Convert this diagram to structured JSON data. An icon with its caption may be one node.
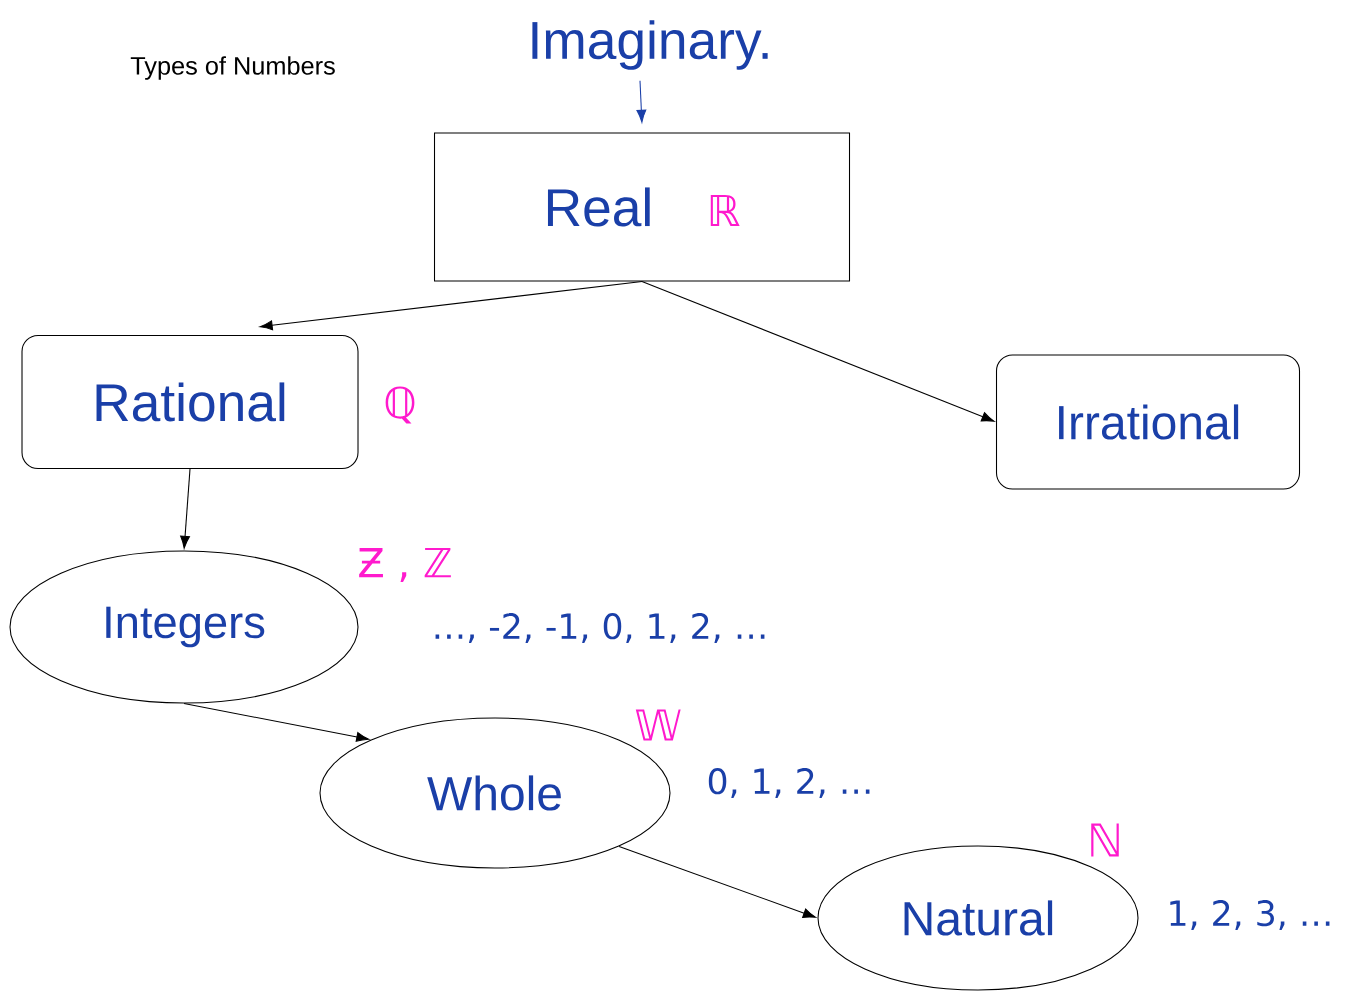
{
  "diagram": {
    "title": "Types of Numbers",
    "nodes": [
      {
        "text": [
          "Imaginary."
        ]
      },
      {
        "text": [
          "Real",
          "ℝ"
        ]
      },
      {
        "text": [
          "Rational"
        ],
        "beside": [
          "ℚ"
        ]
      },
      {
        "text": [
          "Irrational"
        ]
      },
      {
        "text": [
          "Integers"
        ],
        "beside": [
          "Ƶ , ℤ",
          "…, -2, -1, 0, 1, 2, …"
        ]
      },
      {
        "text": [
          "Whole"
        ],
        "beside": [
          "𝕎",
          "0, 1, 2, …"
        ]
      },
      {
        "text": [
          "Natural"
        ],
        "beside": [
          "ℕ",
          "1, 2, 3, …"
        ]
      }
    ],
    "edges": [
      {
        "from": 0,
        "to": 1,
        "arrow": "to",
        "color": "#1a3fa8"
      },
      {
        "from": 1,
        "to": 2,
        "arrow": "to"
      },
      {
        "from": 1,
        "to": 3,
        "arrow": "to"
      },
      {
        "from": 2,
        "to": 4,
        "arrow": "to"
      },
      {
        "from": 4,
        "to": 5,
        "arrow": "to"
      },
      {
        "from": 5,
        "to": 6,
        "arrow": "to"
      }
    ]
  }
}
